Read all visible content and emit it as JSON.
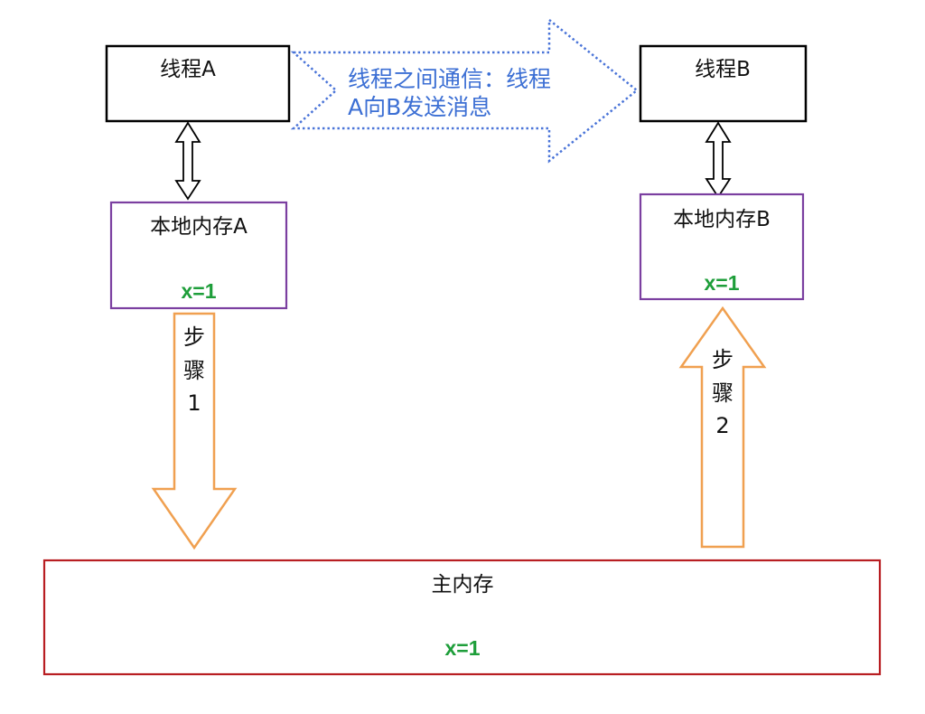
{
  "thread_a": {
    "label": "线程A"
  },
  "thread_b": {
    "label": "线程B"
  },
  "communication": {
    "line1": "线程之间通信：线程",
    "line2": "A向B发送消息",
    "color": "#3c6fd4"
  },
  "local_memory_a": {
    "label": "本地内存A",
    "value": "x=1"
  },
  "local_memory_b": {
    "label": "本地内存B",
    "value": "x=1"
  },
  "step1": {
    "chars": [
      "步",
      "骤",
      "1"
    ]
  },
  "step2": {
    "chars": [
      "步",
      "骤",
      "2"
    ]
  },
  "main_memory": {
    "label": "主内存",
    "value": "x=1"
  },
  "colors": {
    "thread_border": "#000000",
    "local_memory_border": "#7b3fa0",
    "main_memory_border": "#b81e22",
    "step_arrow": "#f0a050",
    "value_text": "#1e9e3a"
  }
}
